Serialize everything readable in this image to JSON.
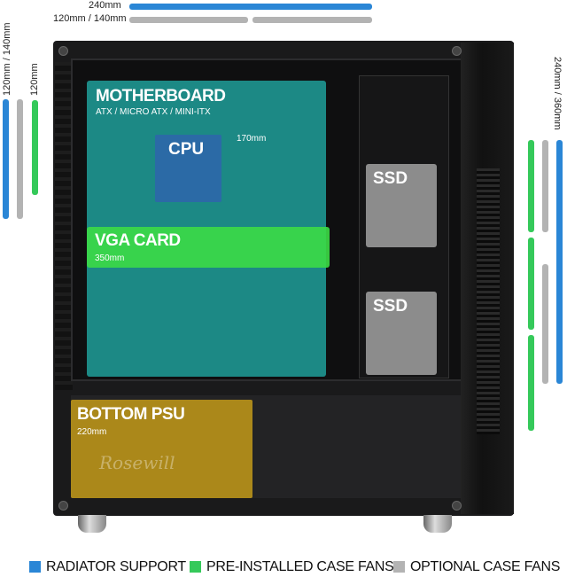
{
  "colors": {
    "radiator": "#2a86d6",
    "preinstalled": "#35c95a",
    "optional": "#b3b3b3",
    "motherboard_overlay": "#20a5a0",
    "cpu_overlay": "#2b6aa6",
    "vga_overlay": "#3cdc46",
    "psu_overlay": "#be9619",
    "ssd_overlay": "#8c8c8c"
  },
  "top_labels": {
    "radiator": "240mm",
    "optional": "120mm / 140mm"
  },
  "left_labels": {
    "radiator_optional": "120mm / 140mm",
    "preinstalled": "120mm"
  },
  "right_labels": {
    "radiator": "240mm / 360mm"
  },
  "components": {
    "motherboard": {
      "title": "MOTHERBOARD",
      "sub": "ATX / MICRO ATX / MINI-ITX"
    },
    "cpu": {
      "title": "CPU",
      "height": "170mm"
    },
    "vga": {
      "title": "VGA CARD",
      "length": "350mm"
    },
    "psu": {
      "title": "BOTTOM PSU",
      "length": "220mm",
      "logo": "Rosewill"
    },
    "ssd1": {
      "title": "SSD"
    },
    "ssd2": {
      "title": "SSD"
    }
  },
  "legend": [
    {
      "label": "RADIATOR SUPPORT",
      "color": "#2a86d6"
    },
    {
      "label": "PRE-INSTALLED CASE FANS",
      "color": "#35c95a"
    },
    {
      "label": "OPTIONAL CASE FANS",
      "color": "#b3b3b3"
    }
  ]
}
